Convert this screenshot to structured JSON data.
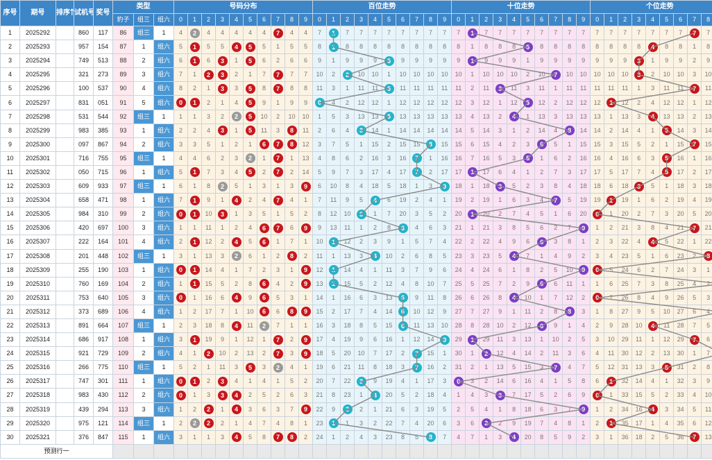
{
  "header": {
    "seq": "序号",
    "issue": "期号",
    "sort": "排序",
    "trial": "试机号",
    "prize": "奖号",
    "type": "类型",
    "dist": "号码分布",
    "bai": "百位走势",
    "shi": "十位走势",
    "ge": "个位走势",
    "baozi": "豹子",
    "zu3": "组三",
    "zu6": "组六",
    "digits": [
      "0",
      "1",
      "2",
      "3",
      "4",
      "5",
      "6",
      "7",
      "8",
      "9"
    ]
  },
  "footer": {
    "predict": "预测行一"
  },
  "colors": {
    "red": "#c8161d",
    "gray": "#9a9a9a",
    "cyan": "#23b3cb",
    "purple": "#7b3fc5",
    "header": "#3d86c8"
  },
  "chart_data": {
    "type": "table",
    "rows": [
      {
        "seq": "1",
        "issue": "2025292",
        "trial": "860",
        "prize": "117",
        "baozi": "86",
        "zu3": "组三",
        "zu6": "1"
      },
      {
        "seq": "2",
        "issue": "2025293",
        "trial": "957",
        "prize": "154",
        "baozi": "87",
        "zu3": "1",
        "zu6": "组六"
      },
      {
        "seq": "3",
        "issue": "2025294",
        "trial": "749",
        "prize": "513",
        "baozi": "88",
        "zu3": "2",
        "zu6": "组六"
      },
      {
        "seq": "4",
        "issue": "2025295",
        "trial": "321",
        "prize": "273",
        "baozi": "89",
        "zu3": "3",
        "zu6": "组六"
      },
      {
        "seq": "5",
        "issue": "2025296",
        "trial": "100",
        "prize": "537",
        "baozi": "90",
        "zu3": "4",
        "zu6": "组六"
      },
      {
        "seq": "6",
        "issue": "2025297",
        "trial": "831",
        "prize": "051",
        "baozi": "91",
        "zu3": "5",
        "zu6": "组六"
      },
      {
        "seq": "7",
        "issue": "2025298",
        "trial": "531",
        "prize": "544",
        "baozi": "92",
        "zu3": "组三",
        "zu6": "1"
      },
      {
        "seq": "8",
        "issue": "2025299",
        "trial": "983",
        "prize": "385",
        "baozi": "93",
        "zu3": "1",
        "zu6": "组六"
      },
      {
        "seq": "9",
        "issue": "2025300",
        "trial": "097",
        "prize": "867",
        "baozi": "94",
        "zu3": "2",
        "zu6": "组六"
      },
      {
        "seq": "10",
        "issue": "2025301",
        "trial": "716",
        "prize": "755",
        "baozi": "95",
        "zu3": "组三",
        "zu6": "1"
      },
      {
        "seq": "11",
        "issue": "2025302",
        "trial": "050",
        "prize": "715",
        "baozi": "96",
        "zu3": "1",
        "zu6": "组六"
      },
      {
        "seq": "12",
        "issue": "2025303",
        "trial": "609",
        "prize": "933",
        "baozi": "97",
        "zu3": "组三",
        "zu6": "1"
      },
      {
        "seq": "13",
        "issue": "2025304",
        "trial": "658",
        "prize": "471",
        "baozi": "98",
        "zu3": "1",
        "zu6": "组六"
      },
      {
        "seq": "14",
        "issue": "2025305",
        "trial": "984",
        "prize": "310",
        "baozi": "99",
        "zu3": "2",
        "zu6": "组六"
      },
      {
        "seq": "15",
        "issue": "2025306",
        "trial": "420",
        "prize": "697",
        "baozi": "100",
        "zu3": "3",
        "zu6": "组六"
      },
      {
        "seq": "16",
        "issue": "2025307",
        "trial": "222",
        "prize": "164",
        "baozi": "101",
        "zu3": "4",
        "zu6": "组六"
      },
      {
        "seq": "17",
        "issue": "2025308",
        "trial": "201",
        "prize": "448",
        "baozi": "102",
        "zu3": "组三",
        "zu6": "1"
      },
      {
        "seq": "18",
        "issue": "2025309",
        "trial": "255",
        "prize": "190",
        "baozi": "103",
        "zu3": "1",
        "zu6": "组六"
      },
      {
        "seq": "19",
        "issue": "2025310",
        "trial": "760",
        "prize": "169",
        "baozi": "104",
        "zu3": "2",
        "zu6": "组六"
      },
      {
        "seq": "20",
        "issue": "2025311",
        "trial": "753",
        "prize": "640",
        "baozi": "105",
        "zu3": "3",
        "zu6": "组六"
      },
      {
        "seq": "21",
        "issue": "2025312",
        "trial": "373",
        "prize": "689",
        "baozi": "106",
        "zu3": "4",
        "zu6": "组六"
      },
      {
        "seq": "22",
        "issue": "2025313",
        "trial": "891",
        "prize": "664",
        "baozi": "107",
        "zu3": "组三",
        "zu6": "1"
      },
      {
        "seq": "23",
        "issue": "2025314",
        "trial": "686",
        "prize": "917",
        "baozi": "108",
        "zu3": "1",
        "zu6": "组六"
      },
      {
        "seq": "24",
        "issue": "2025315",
        "trial": "921",
        "prize": "729",
        "baozi": "109",
        "zu3": "2",
        "zu6": "组六"
      },
      {
        "seq": "25",
        "issue": "2025316",
        "trial": "266",
        "prize": "775",
        "baozi": "110",
        "zu3": "组三",
        "zu6": "1"
      },
      {
        "seq": "26",
        "issue": "2025317",
        "trial": "747",
        "prize": "301",
        "baozi": "111",
        "zu3": "1",
        "zu6": "组六"
      },
      {
        "seq": "27",
        "issue": "2025318",
        "trial": "983",
        "prize": "430",
        "baozi": "112",
        "zu3": "2",
        "zu6": "组六"
      },
      {
        "seq": "28",
        "issue": "2025319",
        "trial": "439",
        "prize": "294",
        "baozi": "113",
        "zu3": "3",
        "zu6": "组六"
      },
      {
        "seq": "29",
        "issue": "2025320",
        "trial": "975",
        "prize": "121",
        "baozi": "114",
        "zu3": "组三",
        "zu6": "1"
      },
      {
        "seq": "30",
        "issue": "2025321",
        "trial": "376",
        "prize": "847",
        "baozi": "115",
        "zu3": "1",
        "zu6": "组六"
      }
    ]
  }
}
